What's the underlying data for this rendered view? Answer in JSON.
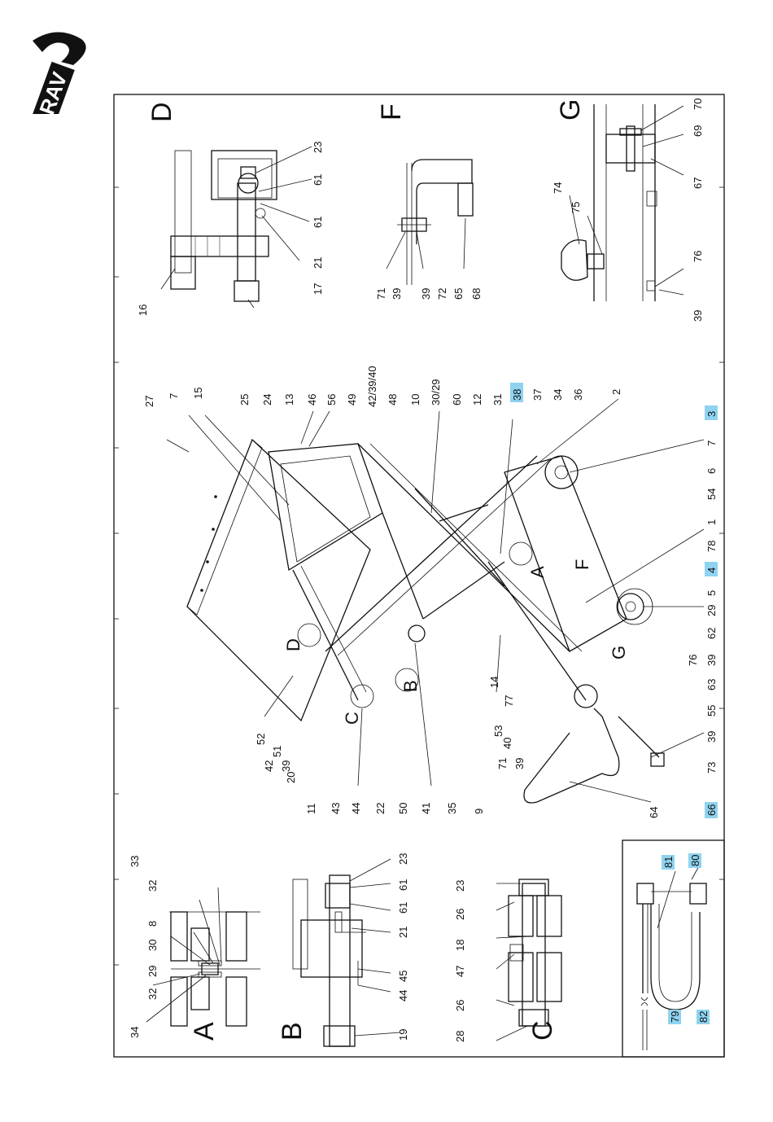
{
  "logo": {
    "text": "RAV",
    "color": "#111111"
  },
  "colors": {
    "highlight": "#8fd3f0",
    "line": "#111111"
  },
  "sections": {
    "A": "A",
    "B": "B",
    "C": "C",
    "D": "D",
    "F": "F",
    "G": "G"
  },
  "labels_A": [
    "34",
    "32",
    "29",
    "30",
    "8",
    "32",
    "33"
  ],
  "labels_B": [
    "19",
    "44",
    "45",
    "21",
    "61",
    "61",
    "23"
  ],
  "labels_C": [
    "28",
    "26",
    "47",
    "18",
    "26",
    "23"
  ],
  "labels_D": [
    "16",
    "17",
    "21",
    "61",
    "61",
    "23"
  ],
  "labels_F": [
    "71",
    "39",
    "39",
    "72",
    "65",
    "68"
  ],
  "labels_G": [
    "39",
    "76",
    "74",
    "75",
    "67",
    "69",
    "70"
  ],
  "labels_main_top": [
    "27",
    "7",
    "15",
    "25",
    "24",
    "13",
    "46",
    "56",
    "49",
    "42/39/40",
    "48",
    "10",
    "30/29",
    "60",
    "12",
    "31",
    "38",
    "37",
    "34",
    "36",
    "2",
    "3"
  ],
  "labels_main_right": [
    "7",
    "6",
    "54",
    "1",
    "78",
    "4",
    "5",
    "29",
    "62",
    "76",
    "39",
    "63",
    "55",
    "39",
    "73",
    "66"
  ],
  "labels_main_bottom": [
    "52",
    "51",
    "42",
    "39",
    "20",
    "11",
    "43",
    "44",
    "22",
    "50",
    "41",
    "35",
    "9",
    "14",
    "77",
    "53",
    "40",
    "71",
    "39",
    "64"
  ],
  "labels_hose": [
    "79",
    "82",
    "80",
    "81"
  ],
  "callouts_main": [
    "D",
    "C",
    "B",
    "A",
    "F",
    "G"
  ],
  "highlighted": [
    "38",
    "3",
    "4",
    "66",
    "79",
    "82",
    "80",
    "81"
  ]
}
